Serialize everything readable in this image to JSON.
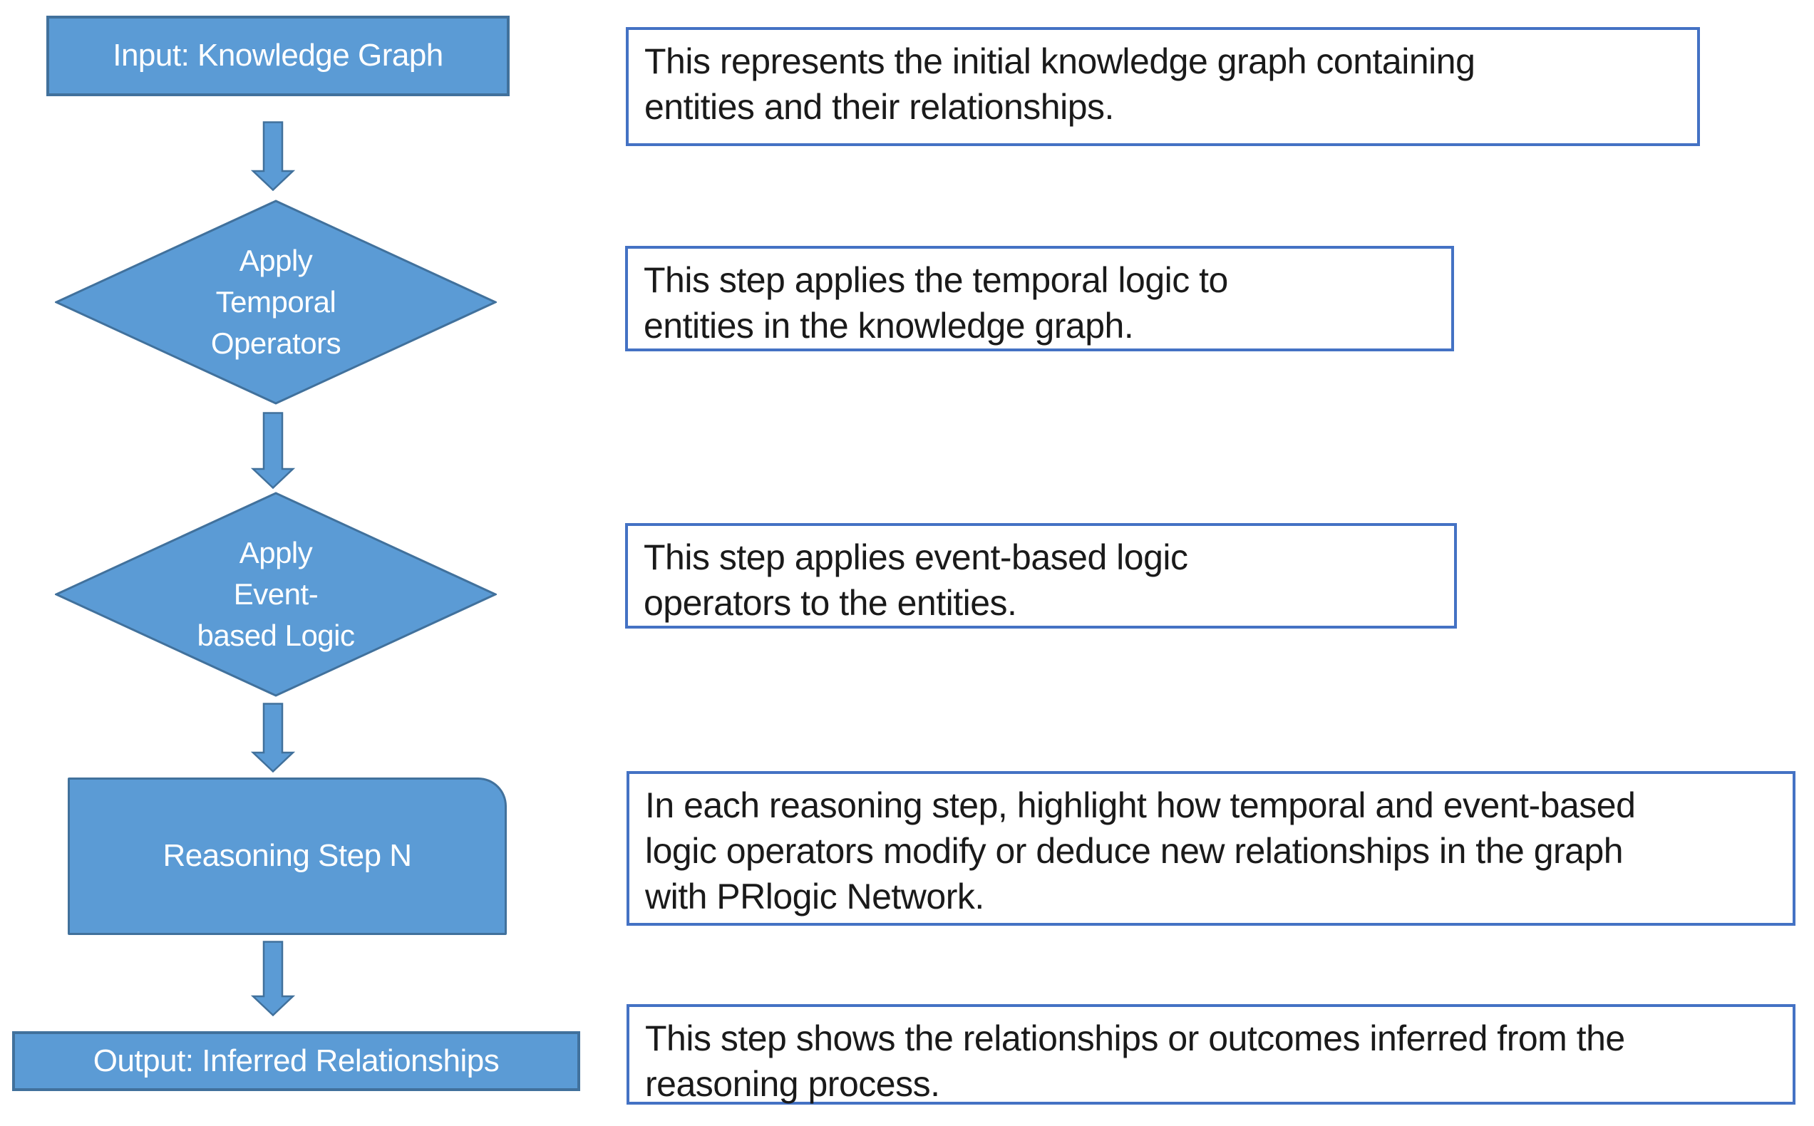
{
  "colors": {
    "shape_fill": "#5b9bd5",
    "shape_border": "#41719c",
    "note_border": "#4472c4",
    "note_text": "#1a1a1a",
    "shape_text": "#ffffff",
    "background": "#ffffff"
  },
  "flowchart": {
    "nodes": {
      "input": {
        "shape": "rectangle",
        "label": "Input: Knowledge Graph"
      },
      "apply_temporal": {
        "shape": "diamond",
        "label": "Apply\nTemporal\nOperators"
      },
      "apply_event": {
        "shape": "diamond",
        "label": "Apply\nEvent-\nbased Logic"
      },
      "reasoning": {
        "shape": "rounded-rectangle",
        "label": "Reasoning Step N"
      },
      "output": {
        "shape": "rectangle",
        "label": "Output: Inferred Relationships"
      }
    },
    "connectors": [
      {
        "from": "input",
        "to": "apply_temporal"
      },
      {
        "from": "apply_temporal",
        "to": "apply_event"
      },
      {
        "from": "apply_event",
        "to": "reasoning"
      },
      {
        "from": "reasoning",
        "to": "output"
      }
    ]
  },
  "annotations": {
    "input_note": "This represents the initial knowledge graph containing\nentities and their relationships.",
    "temporal_note": "This step applies the temporal logic to\nentities in the knowledge graph.",
    "event_note": "This step applies event-based logic\noperators to the entities.",
    "reasoning_note": "In each reasoning step, highlight how temporal and event-based\nlogic operators modify or deduce new relationships in the graph\nwith PRlogic Network.",
    "output_note": "This step shows the relationships or outcomes inferred from the\nreasoning process."
  }
}
